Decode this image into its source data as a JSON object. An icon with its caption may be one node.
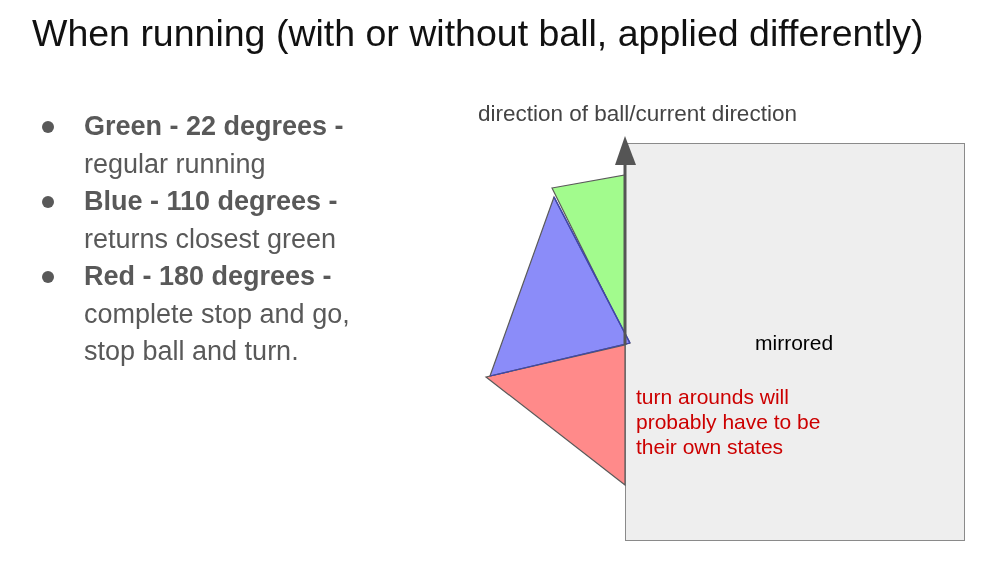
{
  "diagram": {
    "title": "When running (with or without ball, applied differently)",
    "nodes": [
      {
        "text": [
          "mirrored",
          "turn arounds will probably have to be their own states"
        ]
      }
    ],
    "labels": [
      "**Green - 22 degrees -** regular running",
      "**Blue - 110 degrees -** returns closest green",
      "**Red - 180 degrees -** complete stop and go, stop ball and turn.",
      "direction of ball/current direction"
    ]
  }
}
